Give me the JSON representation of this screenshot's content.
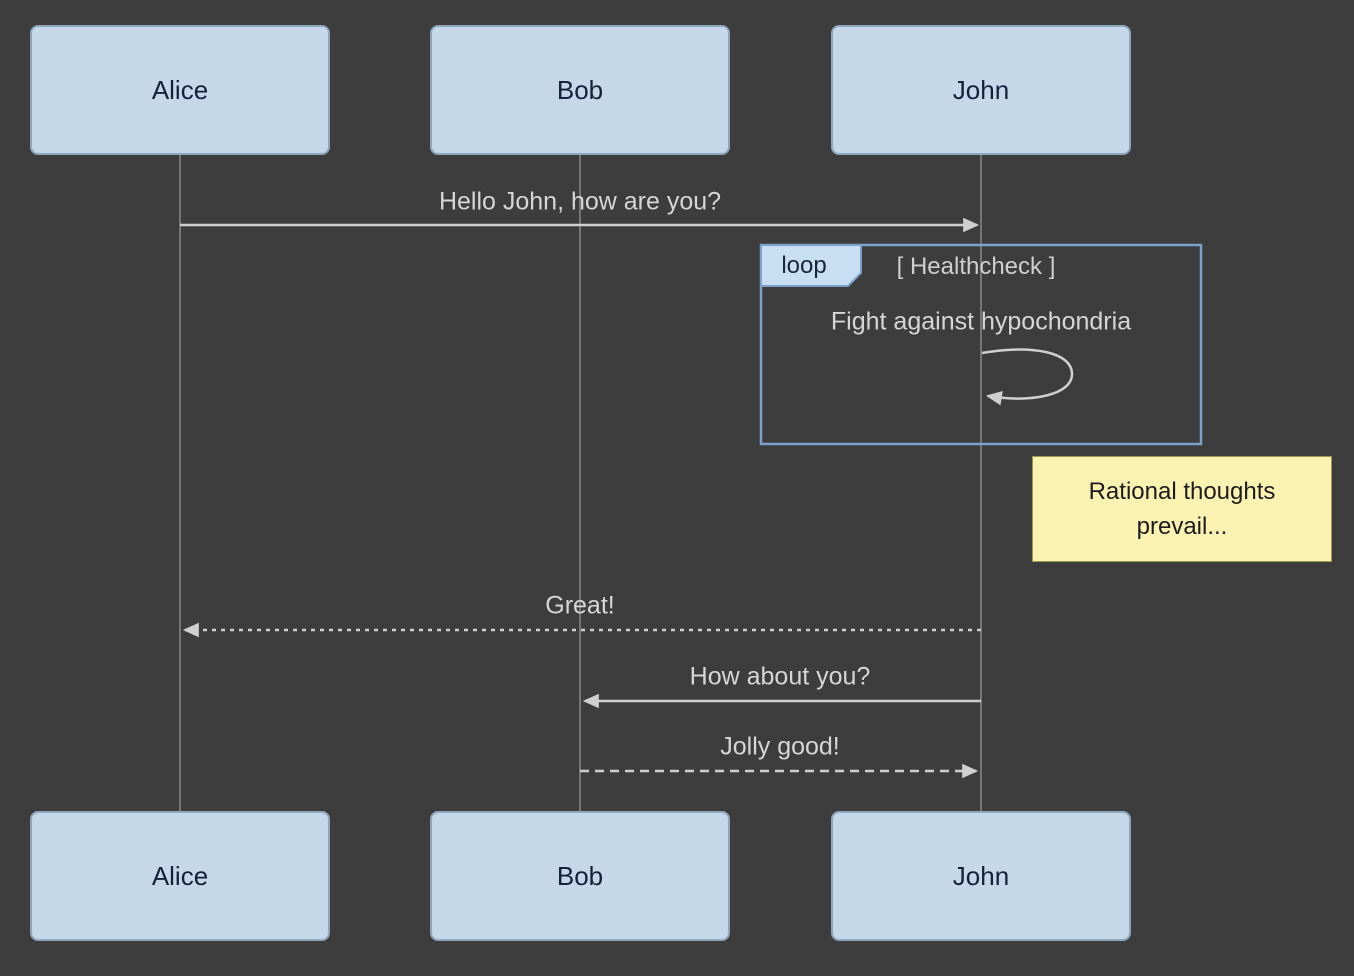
{
  "diagram_type": "sequence-diagram",
  "actors": [
    {
      "name": "Alice"
    },
    {
      "name": "Bob"
    },
    {
      "name": "John"
    }
  ],
  "messages": [
    {
      "from": "Alice",
      "to": "John",
      "text": "Hello John, how are you?",
      "line": "solid"
    },
    {
      "from": "John",
      "to": "John",
      "text": "Fight against hypochondria",
      "line": "self-loop"
    },
    {
      "from": "John",
      "to": "Alice",
      "text": "Great!",
      "line": "dashed"
    },
    {
      "from": "John",
      "to": "Bob",
      "text": "How about you?",
      "line": "solid"
    },
    {
      "from": "Bob",
      "to": "John",
      "text": "Jolly good!",
      "line": "dashed"
    }
  ],
  "loop_frame": {
    "label": "loop",
    "condition": "[ Healthcheck ]"
  },
  "note": {
    "lines": [
      "Rational thoughts",
      "prevail..."
    ]
  },
  "colors": {
    "background": "#3d3d3d",
    "actor_fill": "#c5d8ea",
    "actor_border": "#8da6bc",
    "actor_text": "#14213a",
    "loop_border": "#7ca2cc",
    "loop_tab_fill": "#c8def2",
    "message_line": "#cfcfcf",
    "message_text": "#d6d6d6",
    "lifeline": "#8a8a8a",
    "note_fill": "#fcf3b2",
    "note_border": "#99994f",
    "note_text": "#1c1c1c"
  }
}
